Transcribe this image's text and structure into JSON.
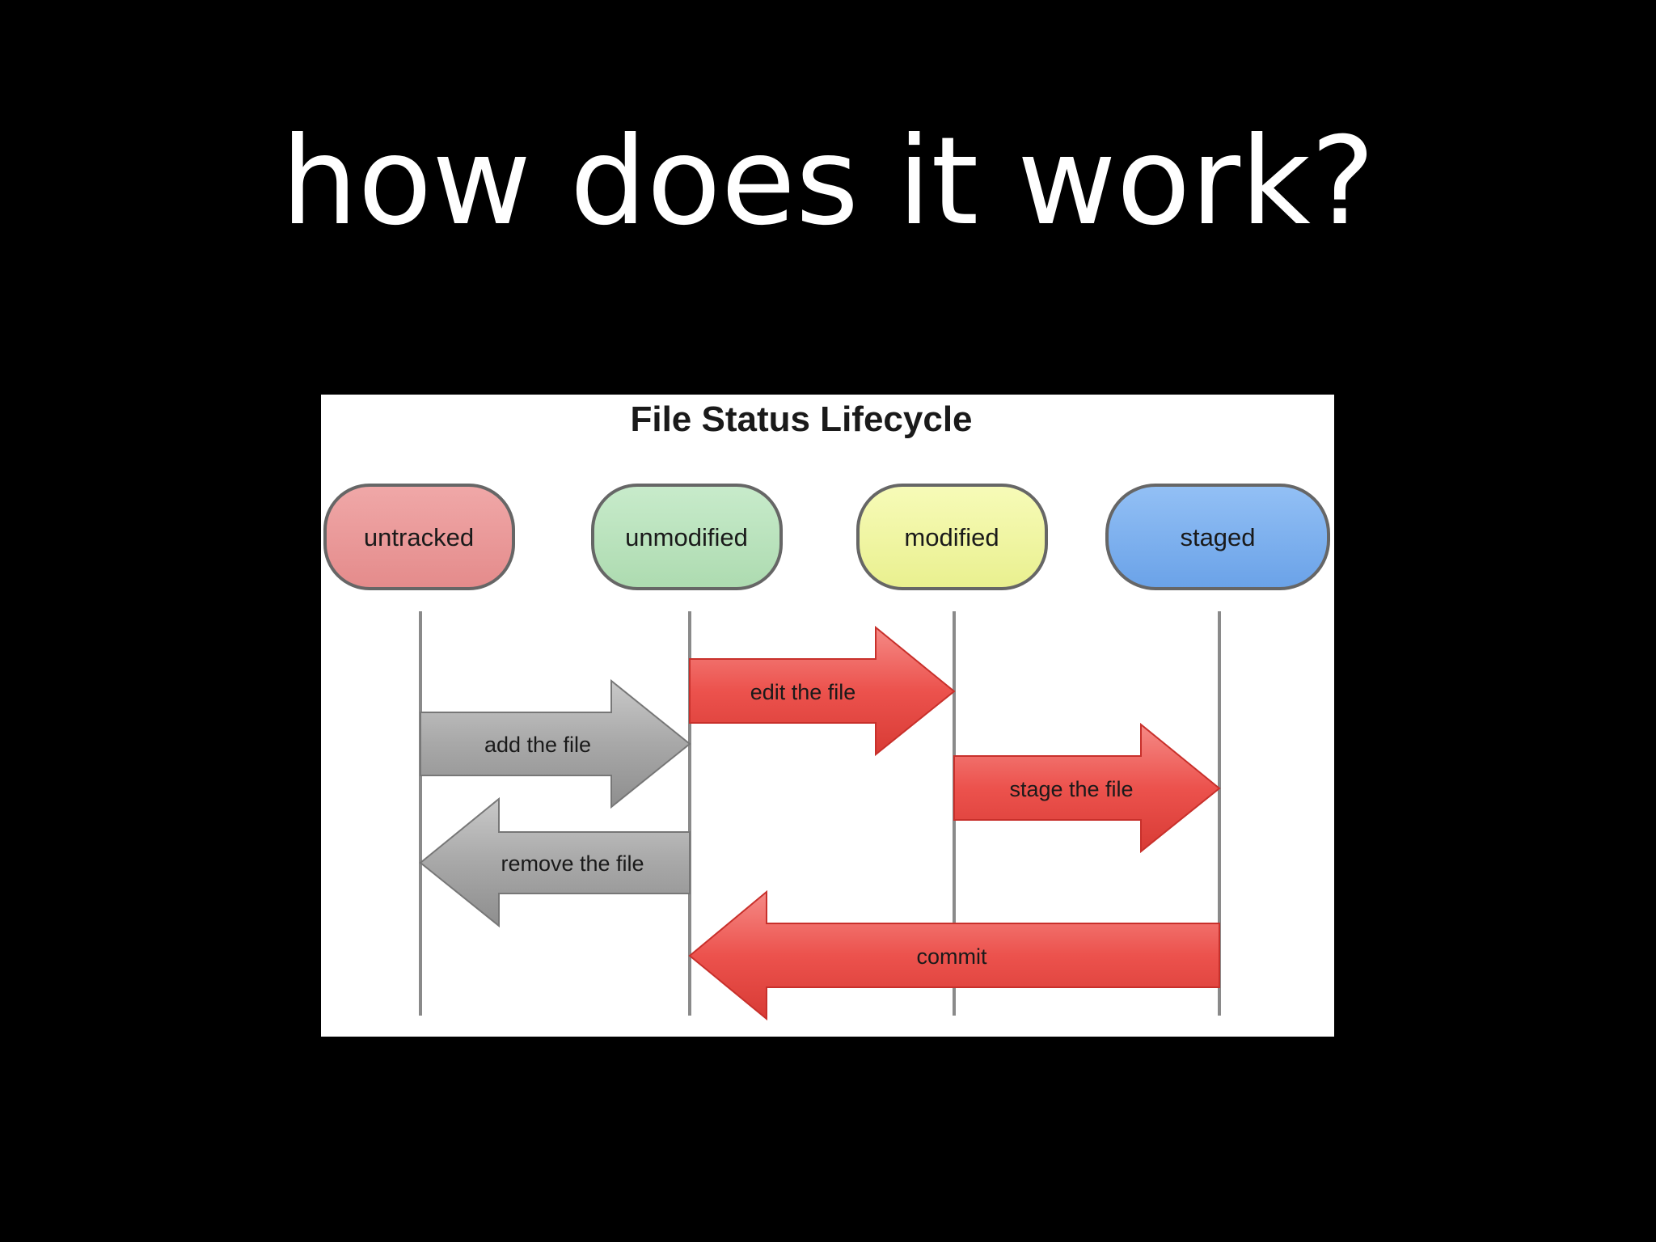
{
  "slide": {
    "title": "how does it work?"
  },
  "diagram": {
    "title": "File Status Lifecycle",
    "states": [
      {
        "id": "untracked",
        "label": "untracked",
        "color": "#ec9a9a"
      },
      {
        "id": "unmodified",
        "label": "unmodified",
        "color": "#bce3bf"
      },
      {
        "id": "modified",
        "label": "modified",
        "color": "#f2f8a4"
      },
      {
        "id": "staged",
        "label": "staged",
        "color": "#7fb2f0"
      }
    ],
    "transitions": [
      {
        "label": "add the file",
        "from": "untracked",
        "to": "unmodified",
        "style": "gray"
      },
      {
        "label": "edit the file",
        "from": "unmodified",
        "to": "modified",
        "style": "red"
      },
      {
        "label": "stage the file",
        "from": "modified",
        "to": "staged",
        "style": "red"
      },
      {
        "label": "remove the file",
        "from": "unmodified",
        "to": "untracked",
        "style": "gray"
      },
      {
        "label": "commit",
        "from": "staged",
        "to": "unmodified",
        "style": "red"
      }
    ]
  }
}
